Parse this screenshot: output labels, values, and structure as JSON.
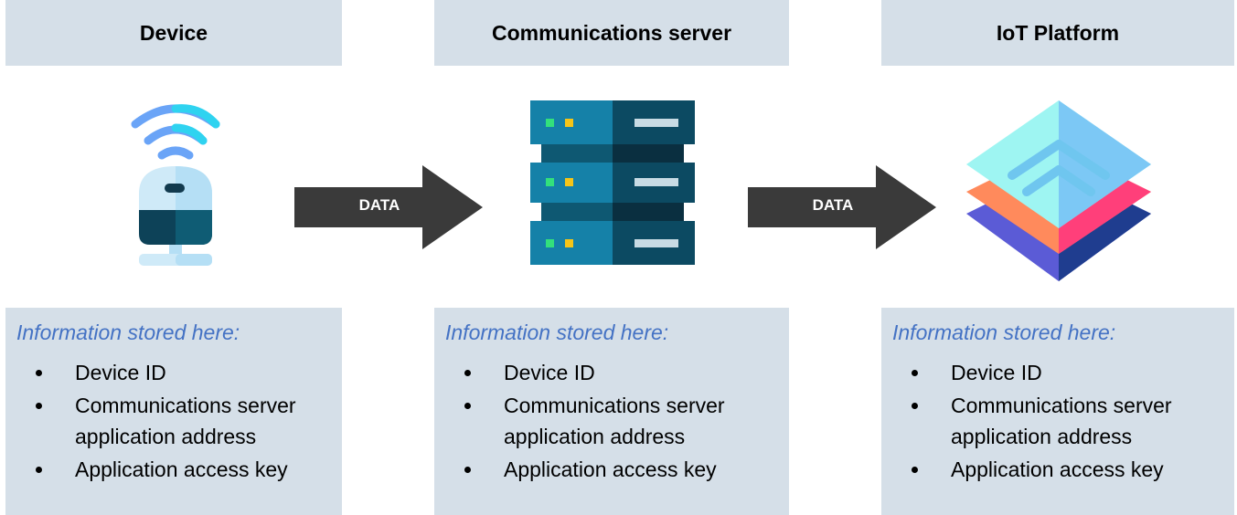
{
  "columns": [
    {
      "header": "Device",
      "info_title": "Information stored here:",
      "items": [
        {
          "line1": "Device ID",
          "line2": ""
        },
        {
          "line1": "Communications server",
          "line2": "application address"
        },
        {
          "line1": "Application access key",
          "line2": ""
        }
      ]
    },
    {
      "header": "Communications server",
      "info_title": "Information stored here:",
      "items": [
        {
          "line1": "Device ID",
          "line2": ""
        },
        {
          "line1": "Communications server",
          "line2": "application address"
        },
        {
          "line1": "Application access key",
          "line2": ""
        }
      ]
    },
    {
      "header": "IoT Platform",
      "info_title": "Information stored here:",
      "items": [
        {
          "line1": "Device ID",
          "line2": ""
        },
        {
          "line1": "Communications server",
          "line2": "application address"
        },
        {
          "line1": "Application access key",
          "line2": ""
        }
      ]
    }
  ],
  "arrows": [
    {
      "label": "DATA"
    },
    {
      "label": "DATA"
    }
  ],
  "icons": {
    "device": "iot-device-icon",
    "server": "server-rack-icon",
    "platform": "layered-platform-icon"
  },
  "colors": {
    "panel_bg": "#d5dfe8",
    "info_title": "#4472c4",
    "arrow": "#3a3a3a"
  }
}
